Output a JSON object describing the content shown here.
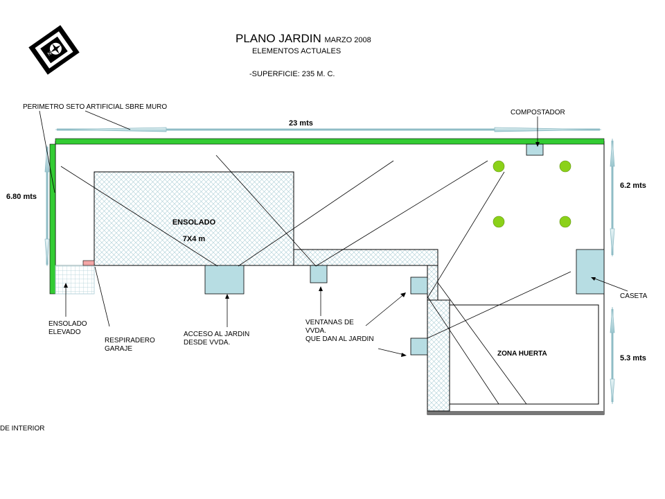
{
  "title": {
    "main": "PLANO JARDIN",
    "date": "MARZO 2008",
    "subtitle": "ELEMENTOS ACTUALES",
    "area": "-SUPERFICIE: 235 M. C."
  },
  "compass": {
    "letter": "N",
    "icon": "compass-rose-icon"
  },
  "dimensions": {
    "width": "23 mts",
    "left_height": "6.80 mts",
    "right_upper": "6.2 mts",
    "right_lower": "5.3 mts"
  },
  "zones": {
    "ensolado": {
      "name": "ENSOLADO",
      "size": "7X4 m"
    },
    "huerta": "ZONA HUERTA"
  },
  "labels": {
    "perimetro": "PERIMETRO SETO ARTIFICIAL SBRE MURO",
    "compostador": "COMPOSTADOR",
    "caseta": "CASETA",
    "ensolado_elevado": "ENSOLADO\nELEVADO",
    "respiradero": "RESPIRADERO\nGARAJE",
    "acceso": "ACCESO AL JARDIN\nDESDE  VVDA.",
    "ventanas": "VENTANAS DE\nVVDA.\nQUE DAN AL JARDIN",
    "interior": "DE INTERIOR"
  },
  "colors": {
    "hedge": "#33cc33",
    "fixture": "#b7dde3",
    "tree": "#8bd119",
    "respiradero": "#f4a6a6",
    "wall_bottom": "#777777"
  }
}
